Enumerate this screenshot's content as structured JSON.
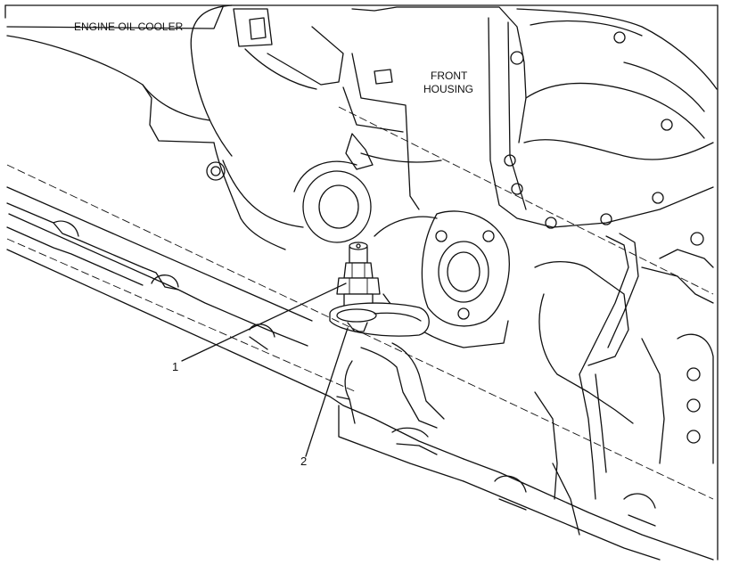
{
  "labels": {
    "engine_oil_cooler": "ENGINE OIL COOLER",
    "front_housing_line1": "FRONT",
    "front_housing_line2": "HOUSING"
  },
  "callouts": [
    {
      "number": "1"
    },
    {
      "number": "2"
    }
  ]
}
